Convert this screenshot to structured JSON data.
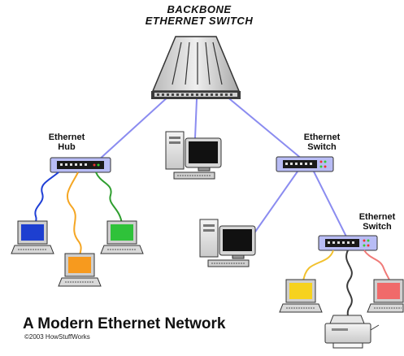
{
  "labels": {
    "backbone_line1": "BACKBONE",
    "backbone_line2": "ETHERNET SWITCH",
    "hub_line1": "Ethernet",
    "hub_line2": "Hub",
    "switch1_line1": "Ethernet",
    "switch1_line2": "Switch",
    "switch2_line1": "Ethernet",
    "switch2_line2": "Switch"
  },
  "title": "A Modern Ethernet Network",
  "credit": "©2003 HowStuffWorks",
  "colors": {
    "backbone_link": "#8b8cf0",
    "hub_cable_blue": "#1f3fd6",
    "hub_cable_orange": "#f5a623",
    "hub_cable_green": "#2f9e2f",
    "sw2_cable_yellow": "#f2c12e",
    "sw2_cable_dark": "#3b3b3b",
    "sw2_cable_red": "#f07a78",
    "screen_blue": "#1d3fd0",
    "screen_orange": "#f79a1e",
    "screen_green": "#2fc23a",
    "screen_yellow": "#f6d21f",
    "screen_red": "#f06a6a"
  },
  "icons": [
    "backbone-switch-icon",
    "hub-icon",
    "switch-icon",
    "desktop-computer-icon",
    "laptop-icon",
    "printer-icon"
  ]
}
